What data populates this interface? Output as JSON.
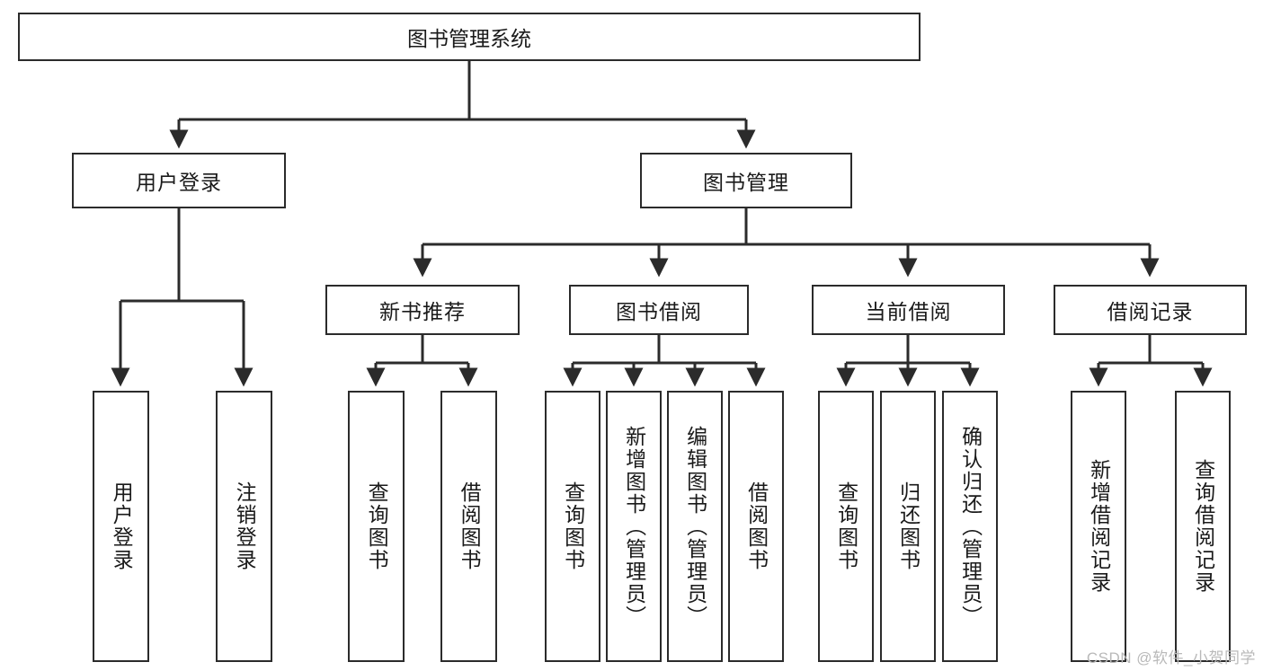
{
  "diagram": {
    "type": "tree-hierarchy",
    "title": "图书管理系统",
    "root": {
      "label": "图书管理系统"
    },
    "level2": [
      {
        "id": "user-login",
        "label": "用户登录"
      },
      {
        "id": "book-management",
        "label": "图书管理"
      }
    ],
    "level3": [
      {
        "id": "new-book-recommend",
        "label": "新书推荐",
        "parent": "book-management"
      },
      {
        "id": "book-borrow",
        "label": "图书借阅",
        "parent": "book-management"
      },
      {
        "id": "current-borrow",
        "label": "当前借阅",
        "parent": "book-management"
      },
      {
        "id": "borrow-record",
        "label": "借阅记录",
        "parent": "book-management"
      }
    ],
    "leaves": {
      "user-login": [
        {
          "id": "leaf-user-login",
          "label": "用户登录"
        },
        {
          "id": "leaf-logout-login",
          "label": "注销登录"
        }
      ],
      "new-book-recommend": [
        {
          "id": "leaf-query-book-1",
          "label": "查询图书"
        },
        {
          "id": "leaf-borrow-book-1",
          "label": "借阅图书"
        }
      ],
      "book-borrow": [
        {
          "id": "leaf-query-book-2",
          "label": "查询图书"
        },
        {
          "id": "leaf-add-book-admin",
          "label": "新增图书（管理员）"
        },
        {
          "id": "leaf-edit-book-admin",
          "label": "编辑图书（管理员）"
        },
        {
          "id": "leaf-borrow-book-2",
          "label": "借阅图书"
        }
      ],
      "current-borrow": [
        {
          "id": "leaf-query-book-3",
          "label": "查询图书"
        },
        {
          "id": "leaf-return-book",
          "label": "归还图书"
        },
        {
          "id": "leaf-confirm-return-admin",
          "label": "确认归还（管理员）"
        }
      ],
      "borrow-record": [
        {
          "id": "leaf-add-borrow-record",
          "label": "新增借阅记录"
        },
        {
          "id": "leaf-query-borrow-record",
          "label": "查询借阅记录"
        }
      ]
    }
  },
  "watermark": {
    "text": "CSDN @软件_小贺同学"
  },
  "colors": {
    "stroke": "#2b2b2b",
    "background": "#ffffff",
    "text": "#1a1a1a",
    "watermark": "#b9b9b9"
  }
}
